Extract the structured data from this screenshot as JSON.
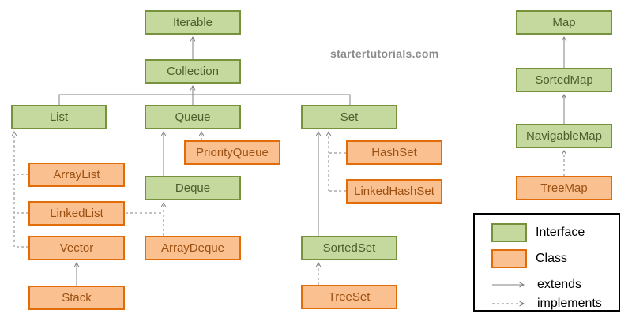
{
  "watermark": "startertutorials.com",
  "colors": {
    "interface_fill": "#c5d89d",
    "interface_border": "#76923c",
    "interface_text": "#4e5e2e",
    "class_fill": "#fac090",
    "class_border": "#e36c0a",
    "class_text": "#9c5113",
    "connector": "#808080",
    "watermark": "#8c8c8c"
  },
  "nodes": {
    "iterable": {
      "label": "Iterable",
      "type": "interface"
    },
    "collection": {
      "label": "Collection",
      "type": "interface"
    },
    "list": {
      "label": "List",
      "type": "interface"
    },
    "queue": {
      "label": "Queue",
      "type": "interface"
    },
    "set": {
      "label": "Set",
      "type": "interface"
    },
    "arraylist": {
      "label": "ArrayList",
      "type": "class"
    },
    "linkedlist": {
      "label": "LinkedList",
      "type": "class"
    },
    "vector": {
      "label": "Vector",
      "type": "class"
    },
    "stack": {
      "label": "Stack",
      "type": "class"
    },
    "priorityqueue": {
      "label": "PriorityQueue",
      "type": "class"
    },
    "deque": {
      "label": "Deque",
      "type": "interface"
    },
    "arraydeque": {
      "label": "ArrayDeque",
      "type": "class"
    },
    "hashset": {
      "label": "HashSet",
      "type": "class"
    },
    "linkedhashset": {
      "label": "LinkedHashSet",
      "type": "class"
    },
    "sortedset": {
      "label": "SortedSet",
      "type": "interface"
    },
    "treeset": {
      "label": "TreeSet",
      "type": "class"
    },
    "map": {
      "label": "Map",
      "type": "interface"
    },
    "sortedmap": {
      "label": "SortedMap",
      "type": "interface"
    },
    "navigablemap": {
      "label": "NavigableMap",
      "type": "interface"
    },
    "treemap": {
      "label": "TreeMap",
      "type": "class"
    }
  },
  "relationships": [
    {
      "from": "Collection",
      "to": "Iterable",
      "type": "extends"
    },
    {
      "from": "List",
      "to": "Collection",
      "type": "extends"
    },
    {
      "from": "Queue",
      "to": "Collection",
      "type": "extends"
    },
    {
      "from": "Set",
      "to": "Collection",
      "type": "extends"
    },
    {
      "from": "ArrayList",
      "to": "List",
      "type": "implements"
    },
    {
      "from": "LinkedList",
      "to": "List",
      "type": "implements"
    },
    {
      "from": "Vector",
      "to": "List",
      "type": "implements"
    },
    {
      "from": "Stack",
      "to": "Vector",
      "type": "extends"
    },
    {
      "from": "PriorityQueue",
      "to": "Queue",
      "type": "implements"
    },
    {
      "from": "Deque",
      "to": "Queue",
      "type": "extends"
    },
    {
      "from": "LinkedList",
      "to": "Deque",
      "type": "implements"
    },
    {
      "from": "ArrayDeque",
      "to": "Deque",
      "type": "implements"
    },
    {
      "from": "HashSet",
      "to": "Set",
      "type": "implements"
    },
    {
      "from": "LinkedHashSet",
      "to": "Set",
      "type": "implements"
    },
    {
      "from": "SortedSet",
      "to": "Set",
      "type": "extends"
    },
    {
      "from": "TreeSet",
      "to": "SortedSet",
      "type": "implements"
    },
    {
      "from": "SortedMap",
      "to": "Map",
      "type": "extends"
    },
    {
      "from": "NavigableMap",
      "to": "SortedMap",
      "type": "extends"
    },
    {
      "from": "TreeMap",
      "to": "NavigableMap",
      "type": "implements"
    }
  ],
  "legend": {
    "interface_label": "Interface",
    "class_label": "Class",
    "extends_label": "extends",
    "implements_label": "implements"
  }
}
